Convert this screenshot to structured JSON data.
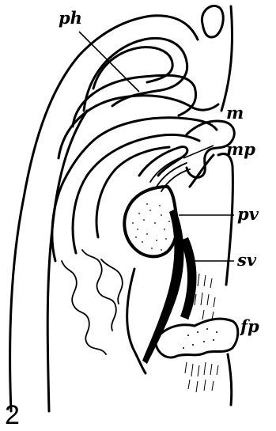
{
  "figure": {
    "number": "2",
    "labels": {
      "ph": "ph",
      "m": "m",
      "mp": "mp",
      "pv": "pv",
      "sv": "sv",
      "fp": "fp"
    }
  }
}
